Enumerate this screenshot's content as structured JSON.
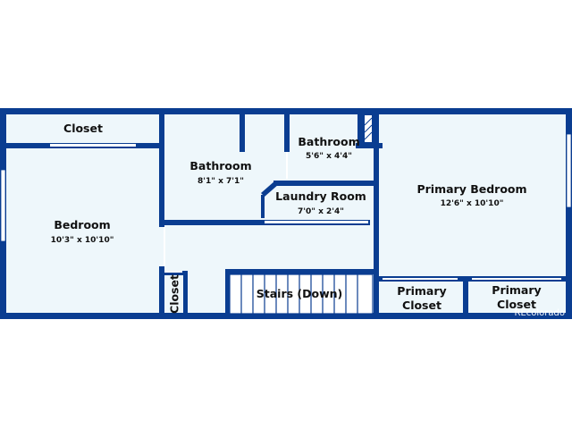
{
  "colors": {
    "wall": "#0a3d91",
    "floor": "#eef7fb",
    "window": "#ffffff",
    "text": "#111111",
    "watermark": "#ffffff"
  },
  "rooms": {
    "closet_top_left": {
      "name": "Closet"
    },
    "bedroom": {
      "name": "Bedroom",
      "dims": "10'3\" x 10'10\""
    },
    "bathroom_1": {
      "name": "Bathroom",
      "dims": "8'1\" x 7'1\""
    },
    "bathroom_2": {
      "name": "Bathroom",
      "dims": "5'6\" x 4'4\""
    },
    "laundry": {
      "name": "Laundry Room",
      "dims": "7'0\" x 2'4\""
    },
    "primary_bedroom": {
      "name": "Primary Bedroom",
      "dims": "12'6\" x 10'10\""
    },
    "stairs": {
      "name": "Stairs (Down)"
    },
    "closet_hall": {
      "name": "Closet"
    },
    "primary_closet_1": {
      "line1": "Primary",
      "line2": "Closet"
    },
    "primary_closet_2": {
      "line1": "Primary",
      "line2": "Closet"
    }
  },
  "watermark": "REcolorado"
}
